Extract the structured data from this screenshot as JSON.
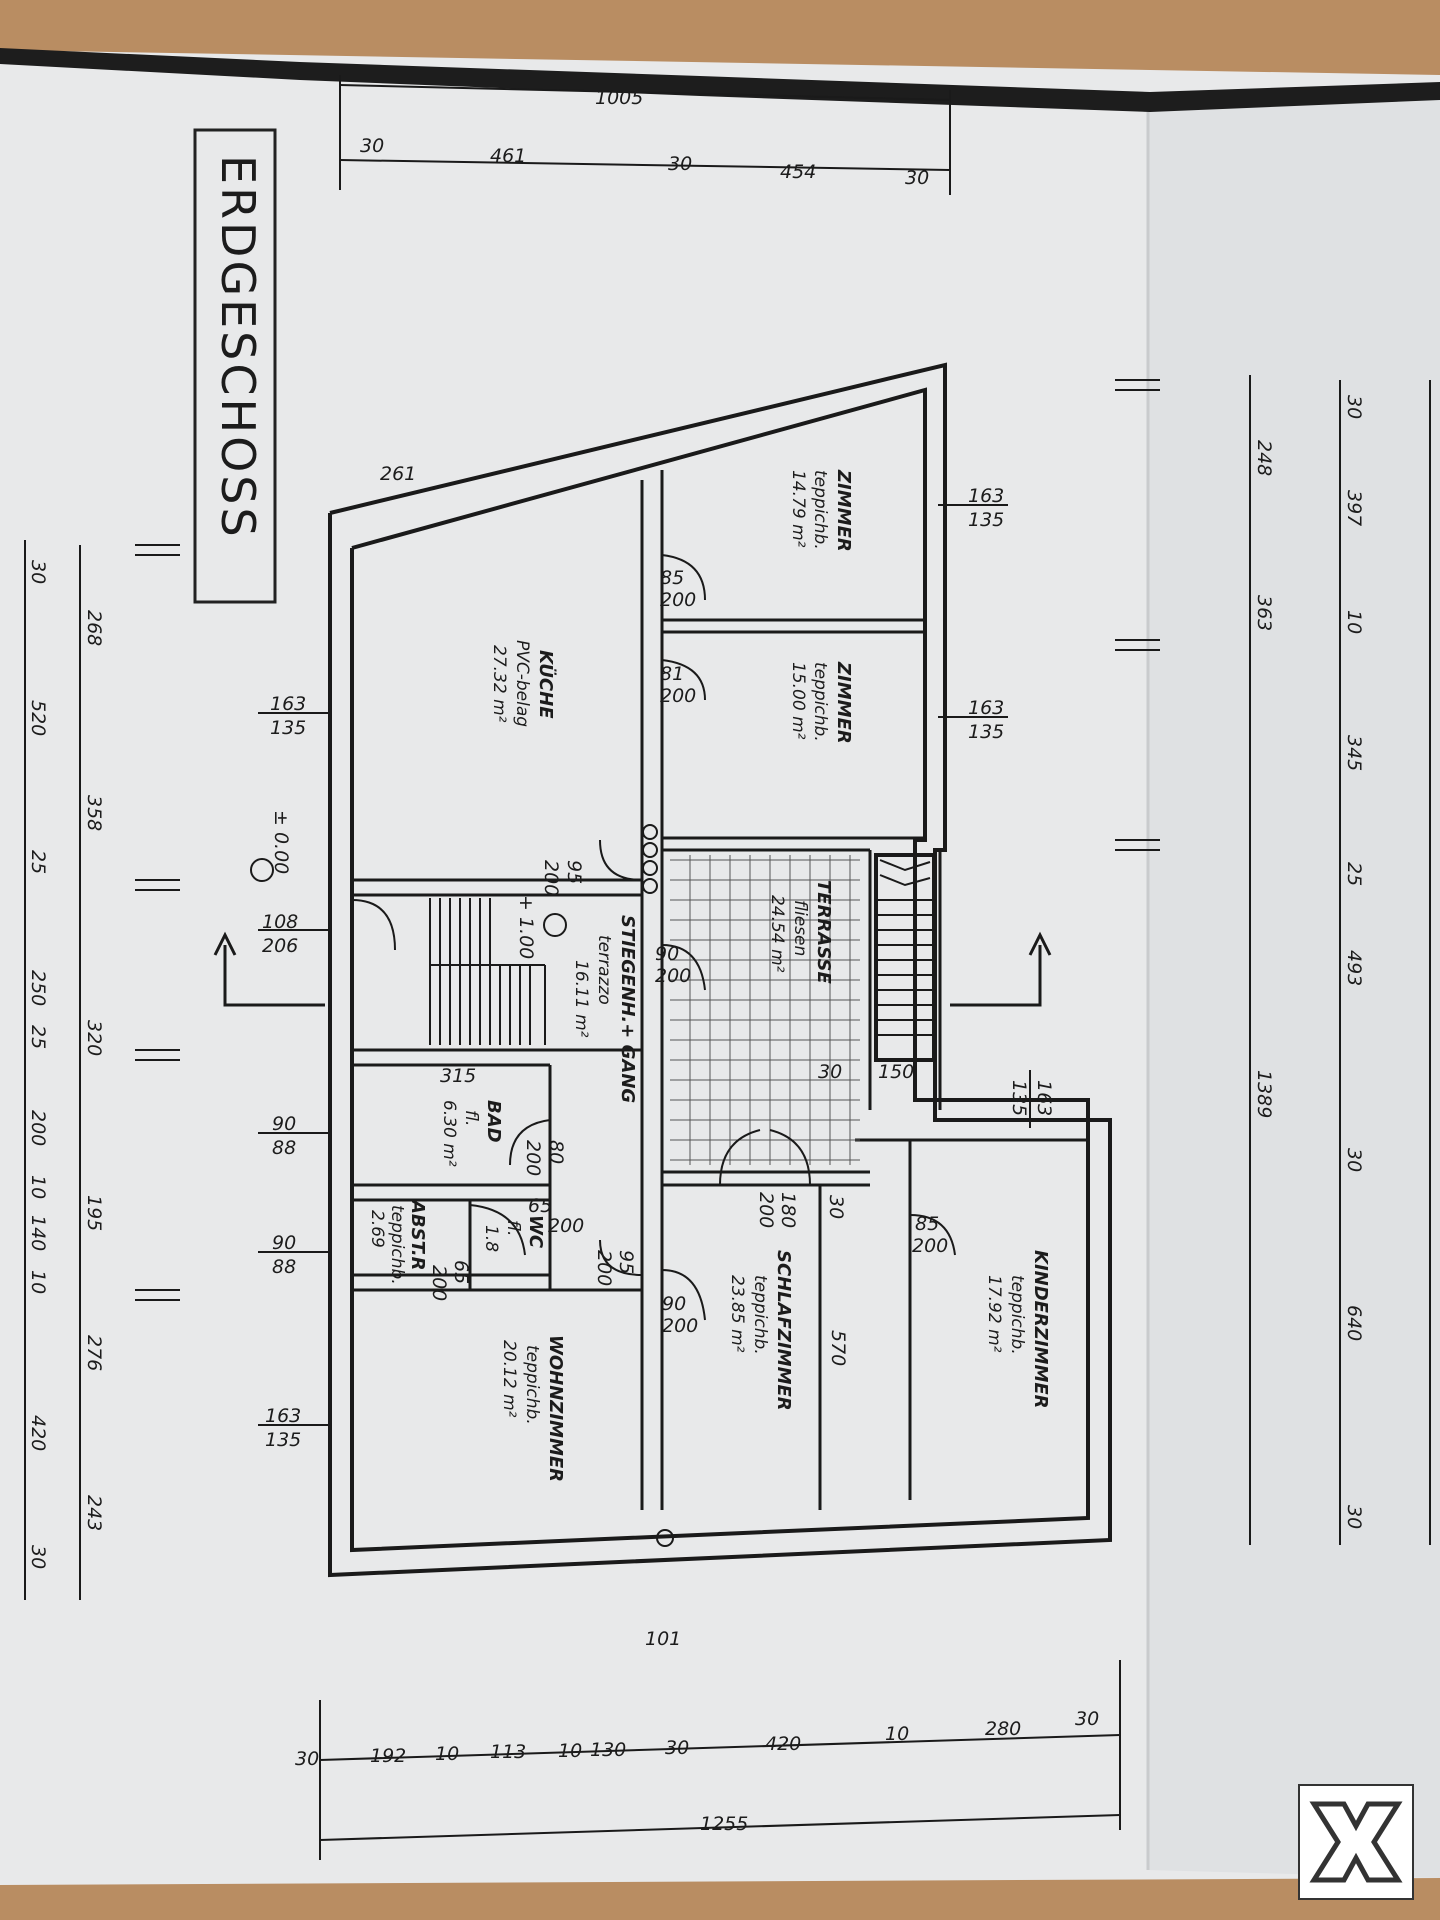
{
  "drawing": {
    "title": "ERDGESCHOSS",
    "rooms": [
      {
        "key": "zimmer1",
        "name": "ZIMMER",
        "floor": "teppichb.",
        "area": "14.79 m²"
      },
      {
        "key": "zimmer2",
        "name": "ZIMMER",
        "floor": "teppichb.",
        "area": "15.00 m²"
      },
      {
        "key": "kueche",
        "name": "KÜCHE",
        "floor": "PVC-belag",
        "area": "27.32 m²"
      },
      {
        "key": "terrasse",
        "name": "TERRASSE",
        "floor": "fliesen",
        "area": "24.54 m²"
      },
      {
        "key": "stiegenhaus",
        "name": "STIEGENH.+ GANG",
        "floor": "terrazzo",
        "area": "16.11 m²"
      },
      {
        "key": "bad",
        "name": "BAD",
        "floor": "fl.",
        "area": "6.30 m²"
      },
      {
        "key": "abstell",
        "name": "ABST.R",
        "floor": "teppichb.",
        "area": "2.69"
      },
      {
        "key": "wc",
        "name": "WC",
        "floor": "fl.",
        "area": "1.8"
      },
      {
        "key": "wohnzimmer",
        "name": "WOHNZIMMER",
        "floor": "teppichb.",
        "area": "20.12 m²"
      },
      {
        "key": "schlafzimmer",
        "name": "SCHLAFZIMMER",
        "floor": "teppichb.",
        "area": "23.85 m²"
      },
      {
        "key": "kinderzimmer",
        "name": "KINDERZIMMER",
        "floor": "teppichb.",
        "area": "17.92 m²"
      }
    ],
    "level_marks": [
      "± 0.00",
      "+ 1.00"
    ],
    "dims_top": {
      "total": "1005",
      "segments": [
        "30",
        "461",
        "30",
        "454",
        "30"
      ]
    },
    "dims_bottom": {
      "total": "1255",
      "segments": [
        "30",
        "192",
        "10",
        "113",
        "10",
        "130",
        "30",
        "420",
        "10",
        "280",
        "30"
      ],
      "passage": "101"
    },
    "dims_left": [
      "30",
      "520",
      "25",
      "250",
      "25",
      "200",
      "10",
      "140",
      "10",
      "420",
      "30"
    ],
    "dims_left_outer": [
      "268",
      "358",
      "320",
      "195",
      "276",
      "243"
    ],
    "dims_right": [
      "30",
      "397",
      "10",
      "345",
      "25",
      "493",
      "30",
      "640",
      "30"
    ],
    "dims_right_outer": [
      "248",
      "363",
      "1389"
    ],
    "dims_misc": [
      "261",
      "570",
      "315",
      "150",
      "30",
      "30"
    ],
    "windows": [
      {
        "w": "163",
        "h": "135"
      },
      {
        "w": "163",
        "h": "135"
      },
      {
        "w": "163",
        "h": "135"
      },
      {
        "w": "108",
        "h": "206"
      },
      {
        "w": "90",
        "h": "88"
      },
      {
        "w": "90",
        "h": "88"
      },
      {
        "w": "163",
        "h": "135"
      },
      {
        "w": "163",
        "h": "135"
      }
    ],
    "doors": [
      {
        "w": "85",
        "h": "200"
      },
      {
        "w": "81",
        "h": "200"
      },
      {
        "w": "95",
        "h": "200"
      },
      {
        "w": "90",
        "h": "200"
      },
      {
        "w": "80",
        "h": "200"
      },
      {
        "w": "65",
        "h": "200"
      },
      {
        "w": "95",
        "h": "200"
      },
      {
        "w": "65",
        "h": "200"
      },
      {
        "w": "90",
        "h": "200"
      },
      {
        "w": "180",
        "h": "200"
      },
      {
        "w": "85",
        "h": "200"
      }
    ]
  }
}
